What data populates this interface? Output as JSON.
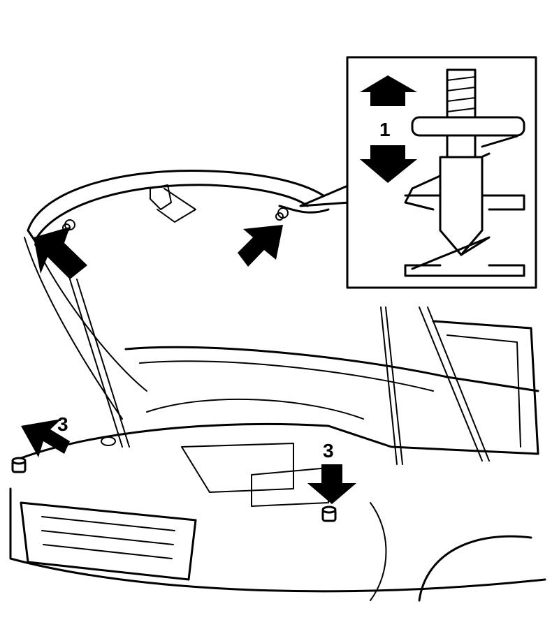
{
  "diagram": {
    "labels": {
      "inset_step": "1",
      "left_step": "3",
      "right_step": "3"
    },
    "icons": [
      "arrow-up-icon",
      "arrow-down-icon",
      "arrow-pointer-icon",
      "clip-icon",
      "cap-icon"
    ],
    "colors": {
      "line": "#000000",
      "background": "#ffffff"
    }
  }
}
